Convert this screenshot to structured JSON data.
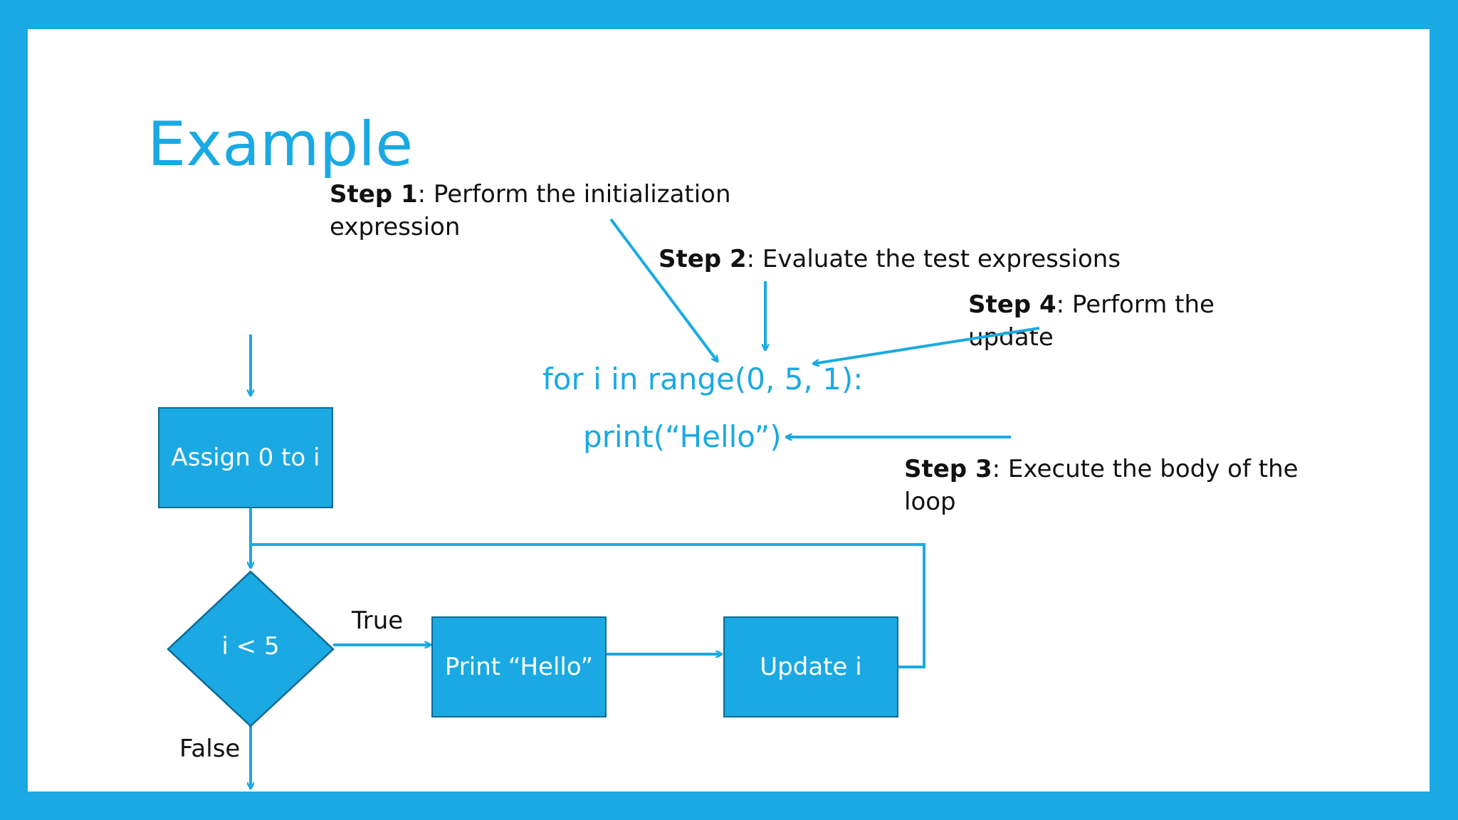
{
  "slide": {
    "title": "Example"
  },
  "code": {
    "line1": "for i in range(0, 5, 1):",
    "line2": "print(“Hello”)"
  },
  "annotations": {
    "step1": {
      "label": "Step 1",
      "text_line1": ": Perform the initialization",
      "text_line2": "expression"
    },
    "step2": {
      "label": "Step 2",
      "text": ": Evaluate the test expressions"
    },
    "step4": {
      "label": "Step 4",
      "text_line1": ": Perform the",
      "text_line2": "update"
    },
    "step3": {
      "label": "Step 3",
      "text_line1": ": Execute the body of the",
      "text_line2": "loop"
    }
  },
  "flowchart": {
    "assign_box": "Assign 0 to i",
    "condition": "i < 5",
    "true_label": "True",
    "false_label": "False",
    "print_box": "Print “Hello”",
    "update_box": "Update i"
  },
  "colors": {
    "frame": "#1aa9e3",
    "accent": "#1aa9e3",
    "box_border": "#0e6b93",
    "text": "#111111"
  }
}
